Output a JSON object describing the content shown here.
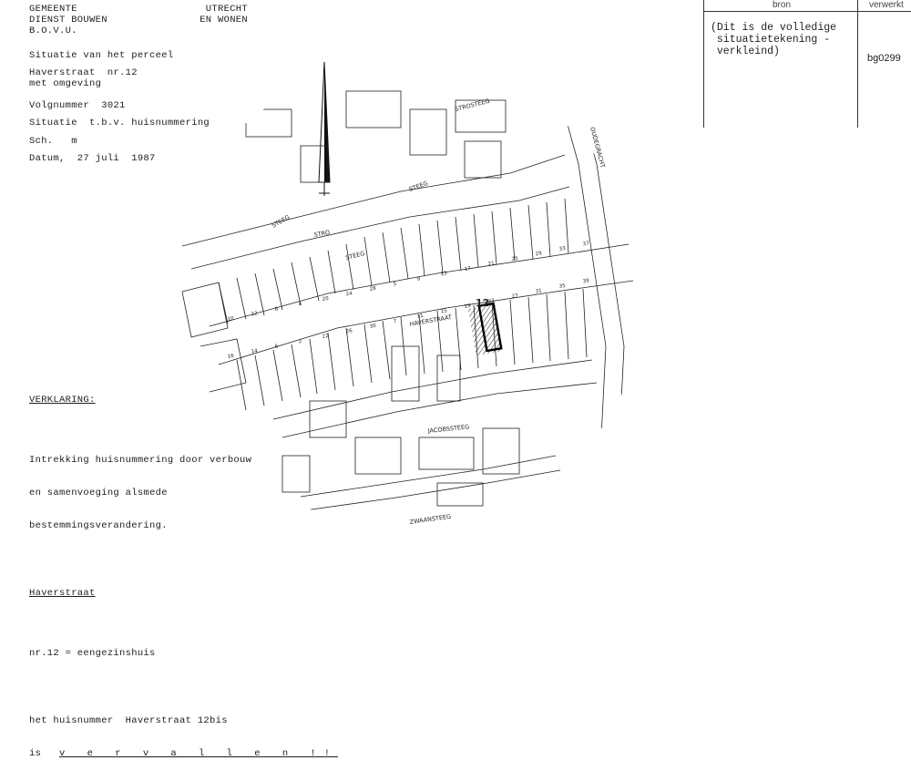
{
  "header": {
    "org_left_1": "GEMEENTE",
    "org_right_1": "UTRECHT",
    "org_left_2": "DIENST  BOUWEN",
    "org_right_2": "EN  WONEN",
    "org_3": "B.O.V.U."
  },
  "situation": {
    "line1": "Situatie van het perceel",
    "line2": "Haverstraat  nr.12",
    "line3": "met omgeving",
    "volgnummer": "Volgnummer  3021",
    "purpose": "Situatie  t.b.v. huisnummering",
    "schaal": "Sch.   m",
    "date": "Datum,  27 juli  1987"
  },
  "table": {
    "col_bron": "bron",
    "col_verwerkt": "verwerkt",
    "bron_text": "(Dit is de volledige\n situatietekening -\n verkleind)",
    "verwerkt_value": "bg0299"
  },
  "legend": {
    "title": "VERKLARING:",
    "line1": "Intrekking huisnummering door verbouw",
    "line2": "en samenvoeging alsmede",
    "line3": "bestemmingsverandering.",
    "street": "Haverstraat",
    "rule": "nr.12 = eengezinshuis",
    "note1": "het huisnummer  Haverstraat 12bis",
    "note2_prefix": "is",
    "note2_word": "v e r v a l l e n !!"
  },
  "map": {
    "highlight_number": "12",
    "streets": [
      "STEEG",
      "STEEG",
      "STEEG",
      "STRO",
      "STROSTEEG",
      "HAVERSTRAAT",
      "ZWAANSTEEG",
      "OUDEGRACHT",
      "JACOBSSTEEG"
    ],
    "numbers": [
      "10",
      "16",
      "12",
      "14",
      "8",
      "6",
      "4",
      "2",
      "20",
      "22",
      "24",
      "26",
      "28",
      "30",
      "5",
      "7",
      "9",
      "11",
      "13",
      "15",
      "17",
      "19",
      "21",
      "23",
      "25",
      "27",
      "29",
      "31",
      "33",
      "35",
      "37",
      "39"
    ]
  }
}
